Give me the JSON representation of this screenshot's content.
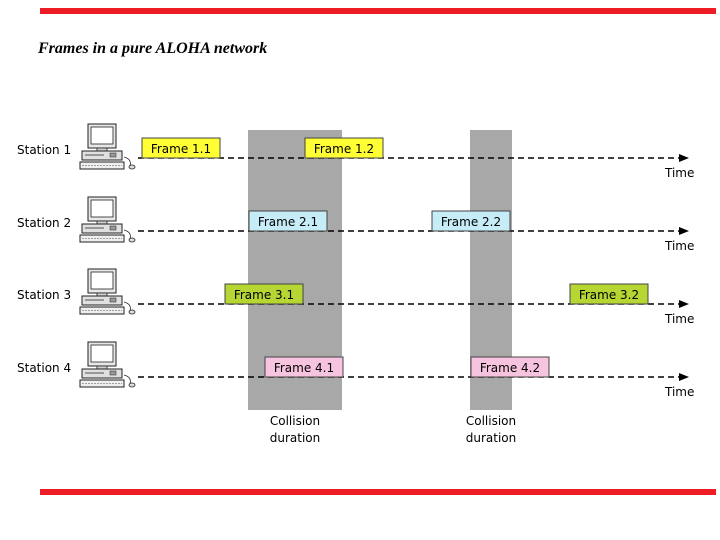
{
  "title": "Frames in a pure ALOHA network",
  "colors": {
    "accent_bar": "#ee1c24",
    "collision_band": "#a8a8a8",
    "station1_frame": "#ffff33",
    "station2_frame": "#c6ecf8",
    "station3_frame": "#b5d633",
    "station4_frame": "#f7c4e0"
  },
  "stations": [
    {
      "label": "Station 1",
      "icon": "computer-icon",
      "time_label": "Time",
      "frames": [
        {
          "label": "Frame 1.1"
        },
        {
          "label": "Frame 1.2"
        }
      ]
    },
    {
      "label": "Station 2",
      "icon": "computer-icon",
      "time_label": "Time",
      "frames": [
        {
          "label": "Frame 2.1"
        },
        {
          "label": "Frame 2.2"
        }
      ]
    },
    {
      "label": "Station 3",
      "icon": "computer-icon",
      "time_label": "Time",
      "frames": [
        {
          "label": "Frame 3.1"
        },
        {
          "label": "Frame 3.2"
        }
      ]
    },
    {
      "label": "Station 4",
      "icon": "computer-icon",
      "time_label": "Time",
      "frames": [
        {
          "label": "Frame 4.1"
        },
        {
          "label": "Frame 4.2"
        }
      ]
    }
  ],
  "collisions": [
    {
      "line1": "Collision",
      "line2": "duration"
    },
    {
      "line1": "Collision",
      "line2": "duration"
    }
  ]
}
